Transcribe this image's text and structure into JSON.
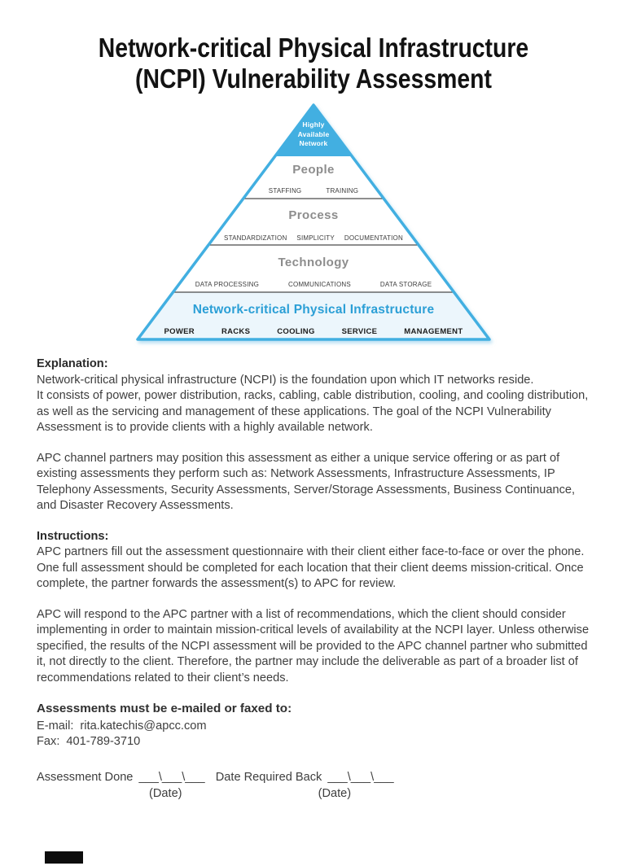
{
  "colors": {
    "pyramid_blue": "#42afe1",
    "ncpi_title_blue": "#2b9fd6",
    "layer_title_gray": "#8d8d8d",
    "body_text": "#3e3e3e"
  },
  "document": {
    "title": "Network-critical Physical Infrastructure\n(NCPI) Vulnerability Assessment"
  },
  "pyramid": {
    "apex_label": "Highly\nAvailable\nNetwork",
    "layers": [
      {
        "title": "People",
        "items": [
          "STAFFING",
          "TRAINING"
        ]
      },
      {
        "title": "Process",
        "items": [
          "STANDARDIZATION",
          "SIMPLICITY",
          "DOCUMENTATION"
        ]
      },
      {
        "title": "Technology",
        "items": [
          "DATA PROCESSING",
          "COMMUNICATIONS",
          "DATA STORAGE"
        ]
      }
    ],
    "base": {
      "title": "Network-critical Physical Infrastructure",
      "items": [
        "POWER",
        "RACKS",
        "COOLING",
        "SERVICE",
        "MANAGEMENT"
      ]
    }
  },
  "explanation": {
    "heading": "Explanation:",
    "para1": "Network-critical physical infrastructure (NCPI) is the foundation upon which IT networks reside.\nIt consists of power, power distribution, racks, cabling, cable distribution, cooling, and cooling distribution, as well as the servicing and management of these applications. The goal of the NCPI Vulnerability Assessment is to provide clients with a highly available network.",
    "para2": "APC channel partners may position this assessment as either a unique service offering or as part of existing assessments they perform such as: Network Assessments, Infrastructure Assessments, IP Telephony Assessments, Security Assessments, Server/Storage Assessments, Business Continuance, and Disaster Recovery Assessments."
  },
  "instructions": {
    "heading": "Instructions:",
    "para1": "APC partners fill out the assessment questionnaire with their client either face-to-face or over the phone. One full assessment should be completed for each location that their client deems mission-critical. Once complete, the partner forwards the assessment(s) to APC for review.",
    "para2": "APC will respond to the APC partner with a list of recommendations, which the client should consider implementing in order to maintain mission-critical levels of availability at the NCPI layer. Unless otherwise specified, the results of the NCPI assessment will be provided to the APC channel partner who submitted it, not directly to the client. Therefore, the partner may include the deliverable as part of a broader list of recommendations related to their client’s needs."
  },
  "contact": {
    "heading": "Assessments must be e-mailed or faxed to:",
    "email_label": "E-mail:",
    "email_value": "rita.katechis@apcc.com",
    "fax_label": "Fax:",
    "fax_value": "401-789-3710"
  },
  "dates": {
    "done_label": "Assessment Done",
    "blank": "___\\___\\___",
    "back_label": "Date Required Back",
    "date_caption": "(Date)"
  }
}
